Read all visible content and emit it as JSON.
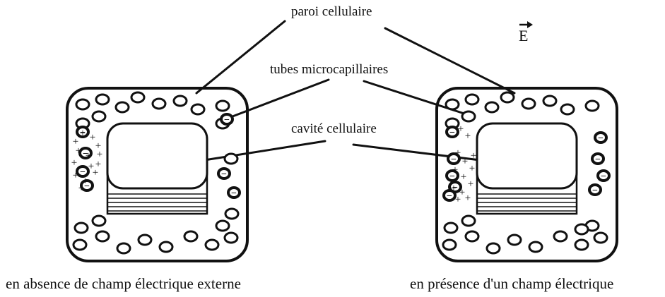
{
  "labels": {
    "wall": "paroi cellulaire",
    "tubes": "tubes microcapillaires",
    "cavity": "cavité cellulaire",
    "field": "E"
  },
  "captions": {
    "left": "en absence de champ électrique externe",
    "right": "en présence d'un champ électrique"
  },
  "symbols": {
    "positive": "+",
    "negative": "−"
  }
}
